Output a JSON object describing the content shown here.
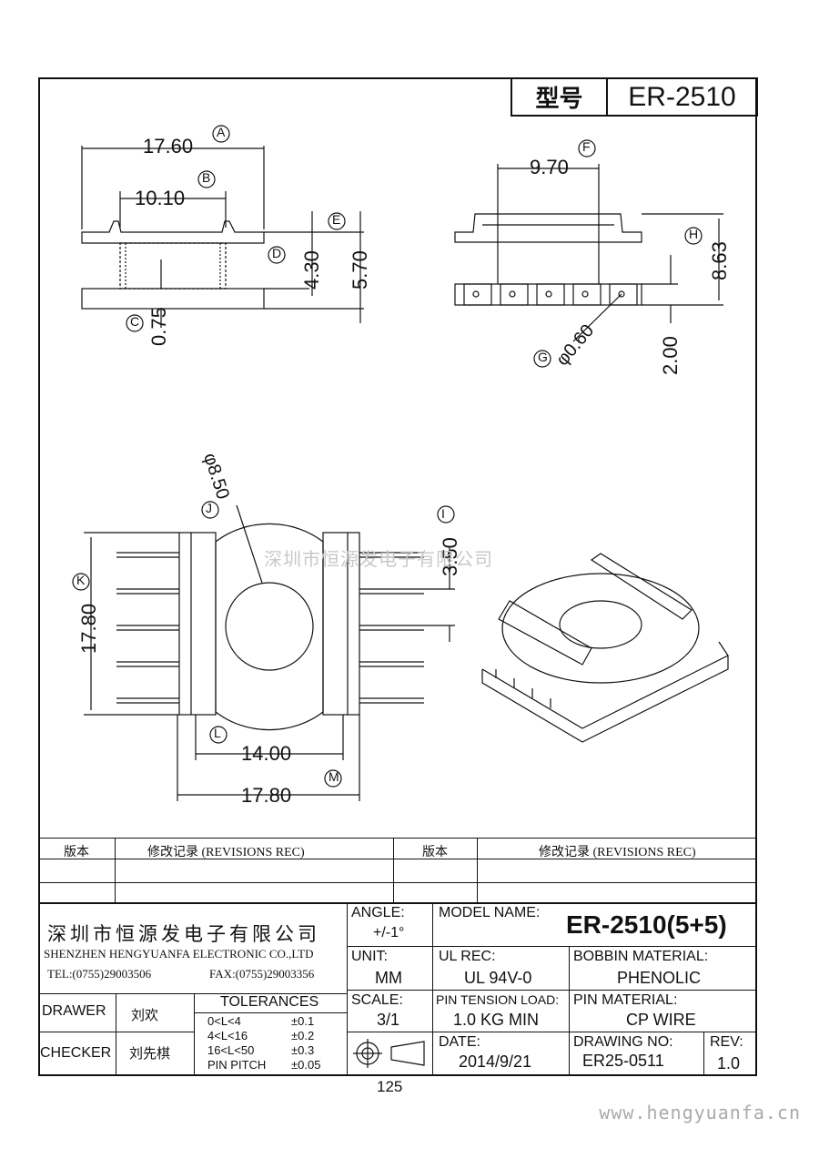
{
  "title_block_top": {
    "model_label": "型号",
    "model_value": "ER-2510"
  },
  "dimensions": {
    "A": "A",
    "A_value": "17.60",
    "B": "B",
    "B_value": "10.10",
    "C": "C",
    "C_value": "0.75",
    "D": "D",
    "D_value": "4.30",
    "E": "E",
    "E_value": "5.70",
    "F": "F",
    "F_value": "9.70",
    "G": "G",
    "G_value": "φ0.60",
    "H": "H",
    "H_value": "8.63",
    "H2_value": "2.00",
    "I": "I",
    "I_value": "3.50",
    "J": "J",
    "J_value": "φ8.50",
    "K": "K",
    "K_value": "17.80",
    "L": "L",
    "L_value": "14.00",
    "M": "M",
    "M_value": "17.80"
  },
  "watermark": "深圳市恒源发电子有限公司",
  "revisions": {
    "col_version": "版本",
    "col_record": "修改记录 (REVISIONS REC)",
    "col_version_2": "版本",
    "col_record_2": "修改记录 (REVISIONS REC)"
  },
  "company": {
    "name_cn": "深圳市恒源发电子有限公司",
    "name_en": "SHENZHEN HENGYUANFA ELECTRONIC CO.,LTD",
    "tel": "TEL:(0755)29003506",
    "fax": "FAX:(0755)29003356"
  },
  "title_block": {
    "angle_label": "ANGLE:",
    "angle_value": "+/-1°",
    "model_name_label": "MODEL NAME:",
    "model_name_value": "ER-2510(5+5)",
    "unit_label": "UNIT:",
    "unit_value": "MM",
    "ul_label": "UL REC:",
    "ul_value": "UL 94V-0",
    "bobbin_label": "BOBBIN MATERIAL:",
    "bobbin_value": "PHENOLIC",
    "drawer_label": "DRAWER",
    "drawer_value": "刘欢",
    "checker_label": "CHECKER",
    "checker_value": "刘先棋",
    "tol_label": "TOLERANCES",
    "tol_rows": [
      {
        "range": "0<L<4",
        "tol": "±0.1"
      },
      {
        "range": "4<L<16",
        "tol": "±0.2"
      },
      {
        "range": "16<L<50",
        "tol": "±0.3"
      },
      {
        "range": "PIN PITCH",
        "tol": "±0.05"
      }
    ],
    "scale_label": "SCALE:",
    "scale_value": "3/1",
    "pin_tension_label": "PIN TENSION LOAD:",
    "pin_tension_value": "1.0 KG MIN",
    "pin_material_label": "PIN MATERIAL:",
    "pin_material_value": "CP WIRE",
    "date_label": "DATE:",
    "date_value": "2014/9/21",
    "drawing_no_label": "DRAWING NO:",
    "drawing_no_value": "ER25-0511",
    "rev_label": "REV:",
    "rev_value": "1.0"
  },
  "page_number": "125",
  "website": "www.hengyuanfa.cn"
}
